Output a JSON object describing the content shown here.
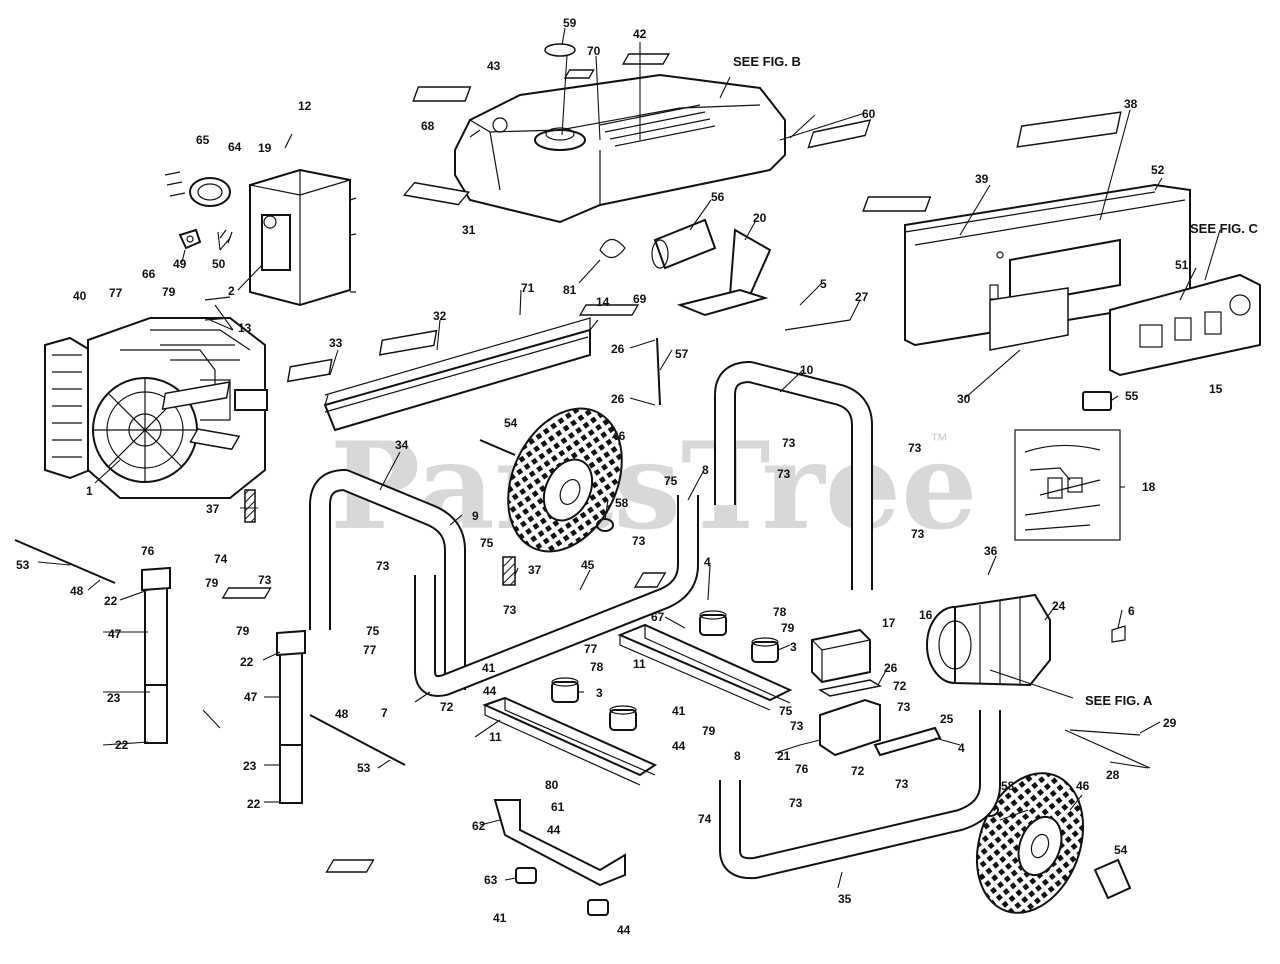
{
  "diagram": {
    "watermark": "PartsTree",
    "watermark_mark": "™",
    "references": [
      {
        "id": "fig-a",
        "text": "SEE FIG. A"
      },
      {
        "id": "fig-b",
        "text": "SEE FIG. B"
      },
      {
        "id": "fig-c",
        "text": "SEE FIG. C"
      }
    ],
    "callouts": [
      "1",
      "2",
      "3",
      "3",
      "4",
      "4",
      "5",
      "6",
      "7",
      "8",
      "8",
      "9",
      "10",
      "11",
      "11",
      "12",
      "13",
      "14",
      "15",
      "16",
      "17",
      "18",
      "19",
      "20",
      "21",
      "22",
      "22",
      "22",
      "22",
      "23",
      "23",
      "24",
      "25",
      "26",
      "26",
      "26",
      "27",
      "28",
      "29",
      "30",
      "31",
      "32",
      "33",
      "34",
      "35",
      "36",
      "37",
      "37",
      "38",
      "39",
      "40",
      "41",
      "41",
      "41",
      "42",
      "43",
      "44",
      "44",
      "44",
      "44",
      "45",
      "46",
      "46",
      "47",
      "47",
      "48",
      "48",
      "49",
      "50",
      "51",
      "52",
      "53",
      "53",
      "54",
      "54",
      "55",
      "56",
      "57",
      "58",
      "58",
      "59",
      "60",
      "61",
      "62",
      "63",
      "64",
      "65",
      "66",
      "67",
      "68",
      "69",
      "70",
      "71",
      "72",
      "72",
      "72",
      "73",
      "73",
      "73",
      "73",
      "73",
      "73",
      "73",
      "73",
      "73",
      "73",
      "73",
      "73",
      "74",
      "74",
      "75",
      "75",
      "75",
      "75",
      "76",
      "76",
      "77",
      "77",
      "77",
      "78",
      "78",
      "79",
      "79",
      "79",
      "79",
      "79",
      "80",
      "81"
    ]
  }
}
